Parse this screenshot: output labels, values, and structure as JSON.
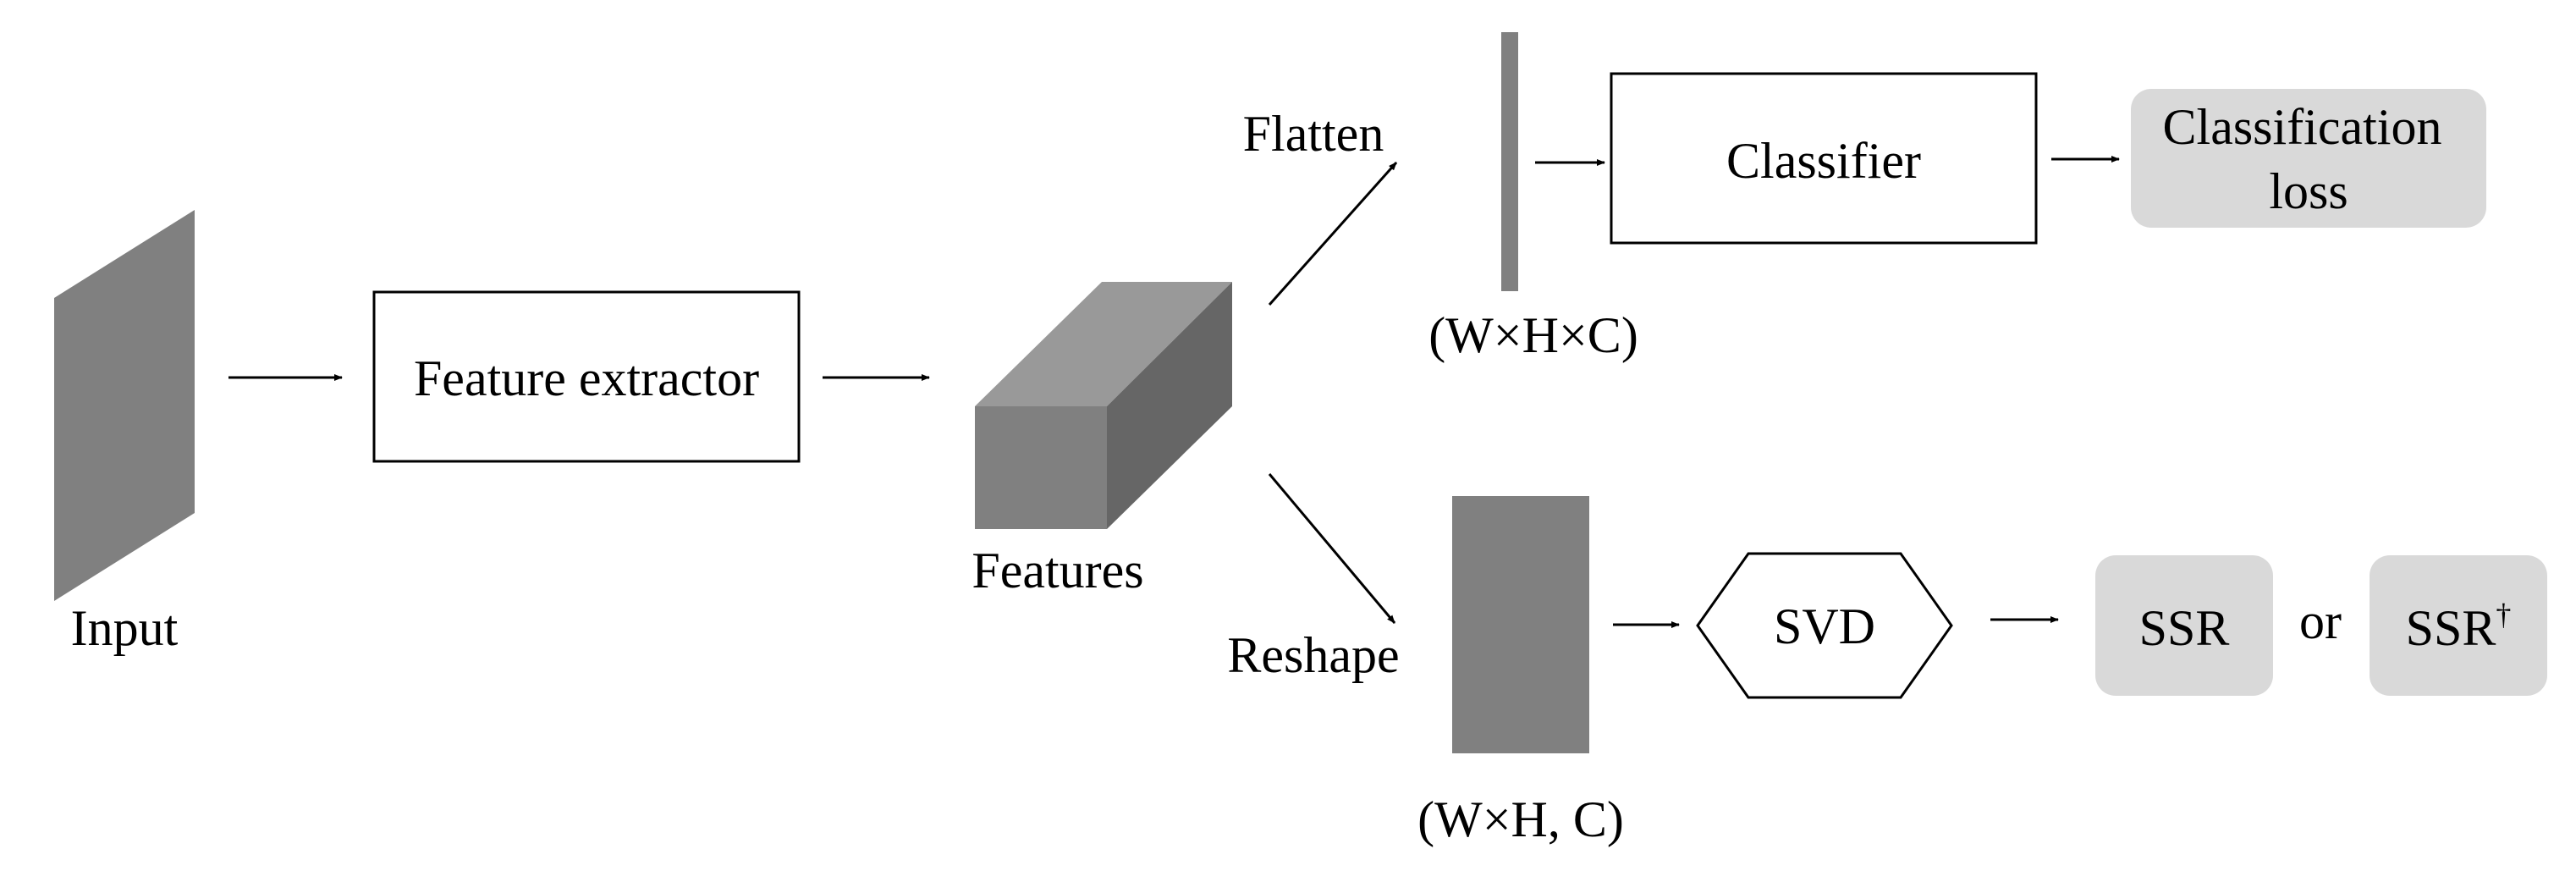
{
  "colors": {
    "background": "#ffffff",
    "stroke": "#000000",
    "input_fill": "#808080",
    "cube_front": "#808080",
    "cube_top": "#999999",
    "cube_side": "#666666",
    "flat_vector_fill": "#808080",
    "matrix_fill": "#808080",
    "loss_box_fill": "#d9d9d9"
  },
  "labels": {
    "input": "Input",
    "feature_extractor": "Feature extractor",
    "features": "Features",
    "flatten": "Flatten",
    "reshape": "Reshape",
    "flatten_dims": "(W×H×C)",
    "reshape_dims": "(W×H, C)",
    "classifier": "Classifier",
    "classification_loss_line1": "Classification",
    "classification_loss_line2": "loss",
    "svd": "SVD",
    "ssr": "SSR",
    "or": "or",
    "ssr_dagger_base": "SSR",
    "ssr_dagger_mark": "†"
  }
}
